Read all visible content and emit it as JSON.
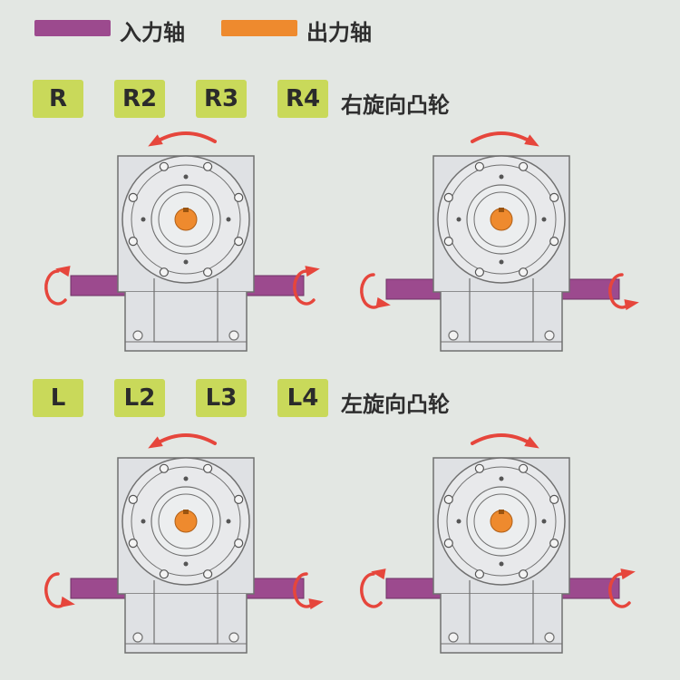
{
  "legend": {
    "input_label": "入力轴",
    "output_label": "出力轴",
    "input_color": "#9c4a8e",
    "output_color": "#ee8a2e"
  },
  "right_row": {
    "badges": [
      "R",
      "R2",
      "R3",
      "R4"
    ],
    "label": "右旋向凸轮"
  },
  "left_row": {
    "badges": [
      "L",
      "L2",
      "L3",
      "L4"
    ],
    "label": "左旋向凸轮"
  },
  "colors": {
    "housing": "#dfe1e4",
    "outline": "#707070",
    "arrow": "#e6463c",
    "badge": "#c9d95a",
    "background": "#e3e7e3"
  }
}
